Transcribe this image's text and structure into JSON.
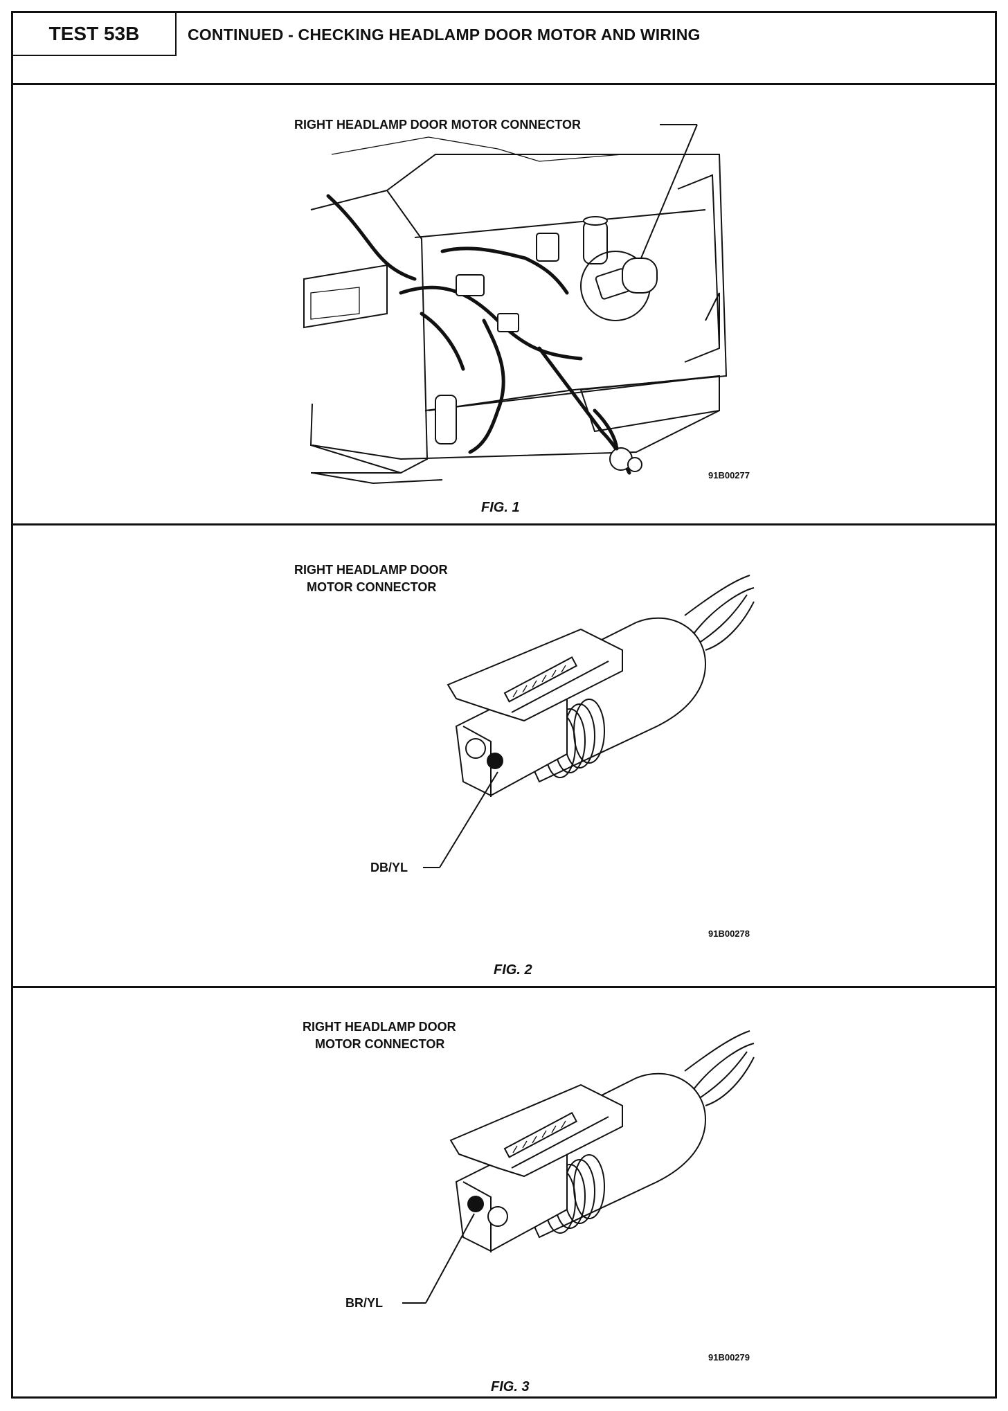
{
  "header": {
    "test_id": "TEST 53B",
    "title": "CONTINUED - CHECKING HEADLAMP DOOR MOTOR AND WIRING"
  },
  "figures": [
    {
      "callout": "RIGHT HEADLAMP DOOR MOTOR CONNECTOR",
      "image_code": "91B00277",
      "caption": "FIG. 1"
    },
    {
      "callout_line1": "RIGHT HEADLAMP DOOR",
      "callout_line2": "MOTOR CONNECTOR",
      "wire_label": "DB/YL",
      "image_code": "91B00278",
      "caption": "FIG. 2"
    },
    {
      "callout_line1": "RIGHT HEADLAMP DOOR",
      "callout_line2": "MOTOR CONNECTOR",
      "wire_label": "BR/YL",
      "image_code": "91B00279",
      "caption": "FIG. 3"
    }
  ]
}
